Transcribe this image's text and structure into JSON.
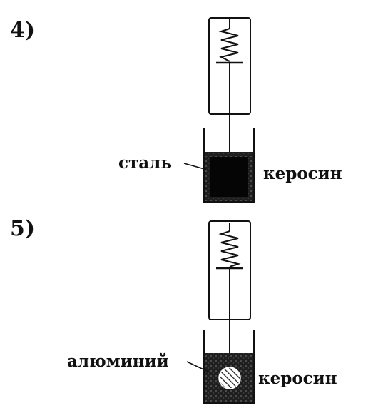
{
  "panels": [
    {
      "number": "4)",
      "body_material": "сталь",
      "liquid": "керосин"
    },
    {
      "number": "5)",
      "body_material": "алюминий",
      "liquid": "керосин"
    }
  ]
}
